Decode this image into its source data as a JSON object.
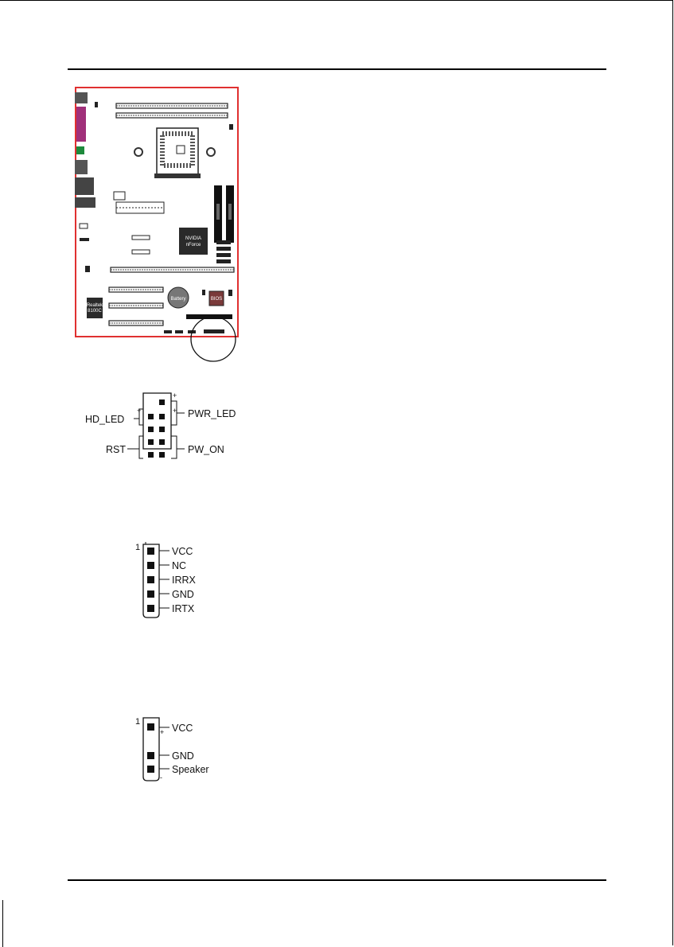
{
  "board": {
    "chipset_line1": "NVIDIA",
    "chipset_line2": "nForce",
    "battery_label": "Battery",
    "bios_label": "BIOS",
    "lan_line1": "Realtek",
    "lan_line2": "8100C"
  },
  "front_panel": {
    "hd_led": "HD_LED",
    "pwr_led": "PWR_LED",
    "rst": "RST",
    "pw_on": "PW_ON",
    "plus": "+"
  },
  "ir_header": {
    "pin1": "1",
    "pins": [
      "VCC",
      "NC",
      "IRRX",
      "GND",
      "IRTX"
    ]
  },
  "speaker_header": {
    "pin1": "1",
    "pins": [
      "VCC",
      "GND",
      "Speaker"
    ],
    "plus": "+",
    "minus": "-"
  },
  "colors": {
    "board_outline": "#e03030",
    "io_purple": "#a0307a",
    "io_green": "#1d8a3c",
    "chip_dark": "#2a2a2a"
  }
}
